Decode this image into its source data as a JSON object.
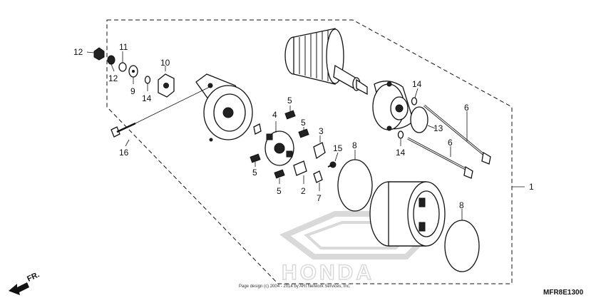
{
  "diagram": {
    "callouts": [
      {
        "id": "c1",
        "label": "1"
      },
      {
        "id": "c2",
        "label": "2"
      },
      {
        "id": "c3",
        "label": "3"
      },
      {
        "id": "c4",
        "label": "4"
      },
      {
        "id": "c5a",
        "label": "5"
      },
      {
        "id": "c5b",
        "label": "5"
      },
      {
        "id": "c5c",
        "label": "5"
      },
      {
        "id": "c5d",
        "label": "5"
      },
      {
        "id": "c6a",
        "label": "6"
      },
      {
        "id": "c6b",
        "label": "6"
      },
      {
        "id": "c7",
        "label": "7"
      },
      {
        "id": "c8a",
        "label": "8"
      },
      {
        "id": "c8b",
        "label": "8"
      },
      {
        "id": "c9",
        "label": "9"
      },
      {
        "id": "c10",
        "label": "10"
      },
      {
        "id": "c11",
        "label": "11"
      },
      {
        "id": "c12a",
        "label": "12"
      },
      {
        "id": "c12b",
        "label": "12"
      },
      {
        "id": "c13",
        "label": "13"
      },
      {
        "id": "c14a",
        "label": "14"
      },
      {
        "id": "c14b",
        "label": "14"
      },
      {
        "id": "c14c",
        "label": "14"
      },
      {
        "id": "c15",
        "label": "15"
      },
      {
        "id": "c16",
        "label": "16"
      }
    ],
    "copyright": "Page design (c) 2004 - 2014 by ARI Network Services, Inc.",
    "diagram_code": "MFR8E1300",
    "direction_label": "FR.",
    "watermark_brand": "HONDA"
  }
}
